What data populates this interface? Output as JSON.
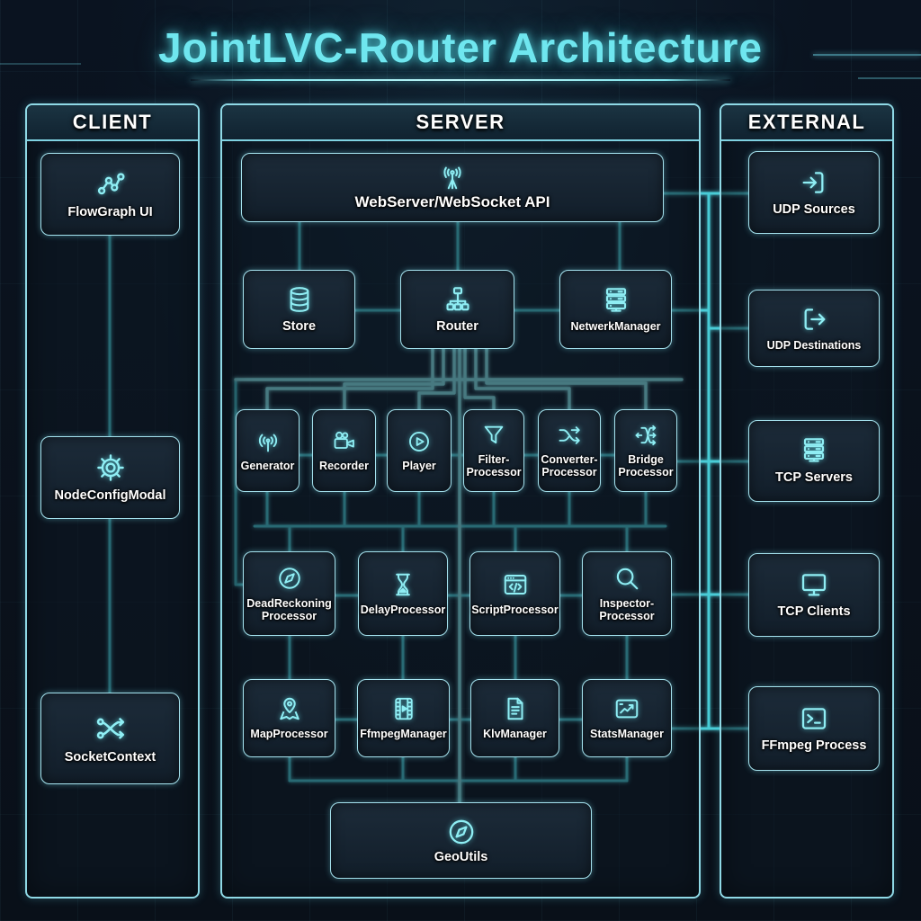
{
  "title": "JointLVC-Router Architecture",
  "client": {
    "header": "CLIENT",
    "nodes": [
      {
        "label": "FlowGraph UI",
        "icon": "flow-graph-icon"
      },
      {
        "label": "NodeConfigModal",
        "icon": "gear-icon"
      },
      {
        "label": "SocketContext",
        "icon": "shuffle-icon"
      }
    ]
  },
  "server": {
    "header": "SERVER",
    "api": {
      "label": "WebServer/WebSocket API",
      "icon": "antenna-icon"
    },
    "core": [
      {
        "label": "Store",
        "icon": "database-icon"
      },
      {
        "label": "Router",
        "icon": "sitemap-icon"
      },
      {
        "label": "NetwerkManager",
        "icon": "server-rack-icon"
      }
    ],
    "processors": [
      {
        "label": "Generator",
        "icon": "broadcast-icon"
      },
      {
        "label": "Recorder",
        "icon": "video-camera-icon"
      },
      {
        "label": "Player",
        "icon": "play-circle-icon"
      },
      {
        "label": "Filter-Processor",
        "icon": "funnel-icon"
      },
      {
        "label": "Converter-Processor",
        "icon": "shuffle-icon"
      },
      {
        "label": "Bridge Processor",
        "icon": "bridge-arrows-icon"
      }
    ],
    "managers": [
      {
        "label": "DeadReckoning Processor",
        "icon": "compass-icon"
      },
      {
        "label": "DelayProcessor",
        "icon": "hourglass-icon"
      },
      {
        "label": "ScriptProcessor",
        "icon": "code-window-icon"
      },
      {
        "label": "Inspector-Processor",
        "icon": "magnifier-icon"
      }
    ],
    "services": [
      {
        "label": "MapProcessor",
        "icon": "map-pin-icon"
      },
      {
        "label": "FfmpegManager",
        "icon": "film-strip-icon"
      },
      {
        "label": "KlvManager",
        "icon": "document-icon"
      },
      {
        "label": "StatsManager",
        "icon": "chart-icon"
      }
    ],
    "geo": {
      "label": "GeoUtils",
      "icon": "compass-icon"
    }
  },
  "external": {
    "header": "EXTERNAL",
    "nodes": [
      {
        "label": "UDP Sources",
        "icon": "login-icon"
      },
      {
        "label": "UDP Destinations",
        "icon": "logout-icon"
      },
      {
        "label": "TCP Servers",
        "icon": "server-rack-icon"
      },
      {
        "label": "TCP Clients",
        "icon": "monitor-icon"
      },
      {
        "label": "FFmpeg Process",
        "icon": "terminal-icon"
      }
    ]
  },
  "colors": {
    "background": "#0a111b",
    "accent_cyan": "#5ce0e4",
    "bright_line": "#8ef0f2",
    "box_fill": "#182633",
    "box_border": "#a5e2ee",
    "header_fill": "#1b3442",
    "text": "#ffffff",
    "title_glow": "#6fe6ef"
  }
}
